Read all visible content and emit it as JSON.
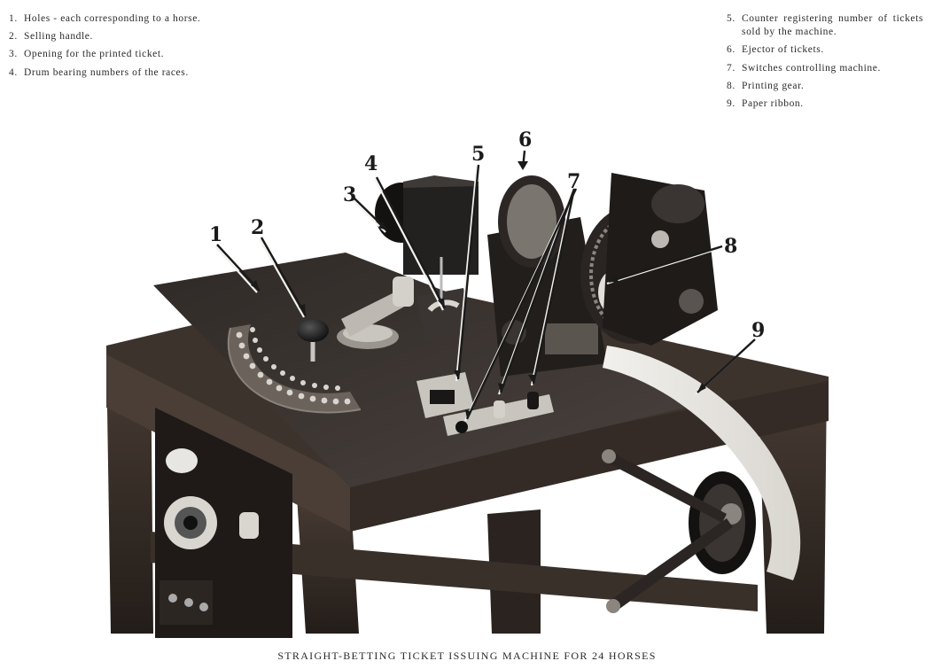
{
  "legend_left": [
    {
      "num": "1.",
      "text": "Holes - each corresponding to a horse."
    },
    {
      "num": "2.",
      "text": "Selling handle."
    },
    {
      "num": "3.",
      "text": "Opening for the printed ticket."
    },
    {
      "num": "4.",
      "text": "Drum bearing numbers of the races."
    }
  ],
  "legend_right": [
    {
      "num": "5.",
      "text": "Counter registering number of tickets sold by the machine."
    },
    {
      "num": "6.",
      "text": "Ejector of tickets."
    },
    {
      "num": "7.",
      "text": "Switches controlling machine."
    },
    {
      "num": "8.",
      "text": "Printing gear."
    },
    {
      "num": "9.",
      "text": "Paper ribbon."
    }
  ],
  "callouts": [
    "1",
    "2",
    "3",
    "4",
    "5",
    "6",
    "7",
    "8",
    "9"
  ],
  "caption": "STRAIGHT-BETTING TICKET ISSUING MACHINE FOR 24 HORSES",
  "colors": {
    "paper": "#ffffff",
    "ink": "#2a2a2a",
    "wood_dark": "#2b2420",
    "wood_mid": "#4a3d35",
    "board": "#3a332f",
    "metal": "#8a8580"
  }
}
